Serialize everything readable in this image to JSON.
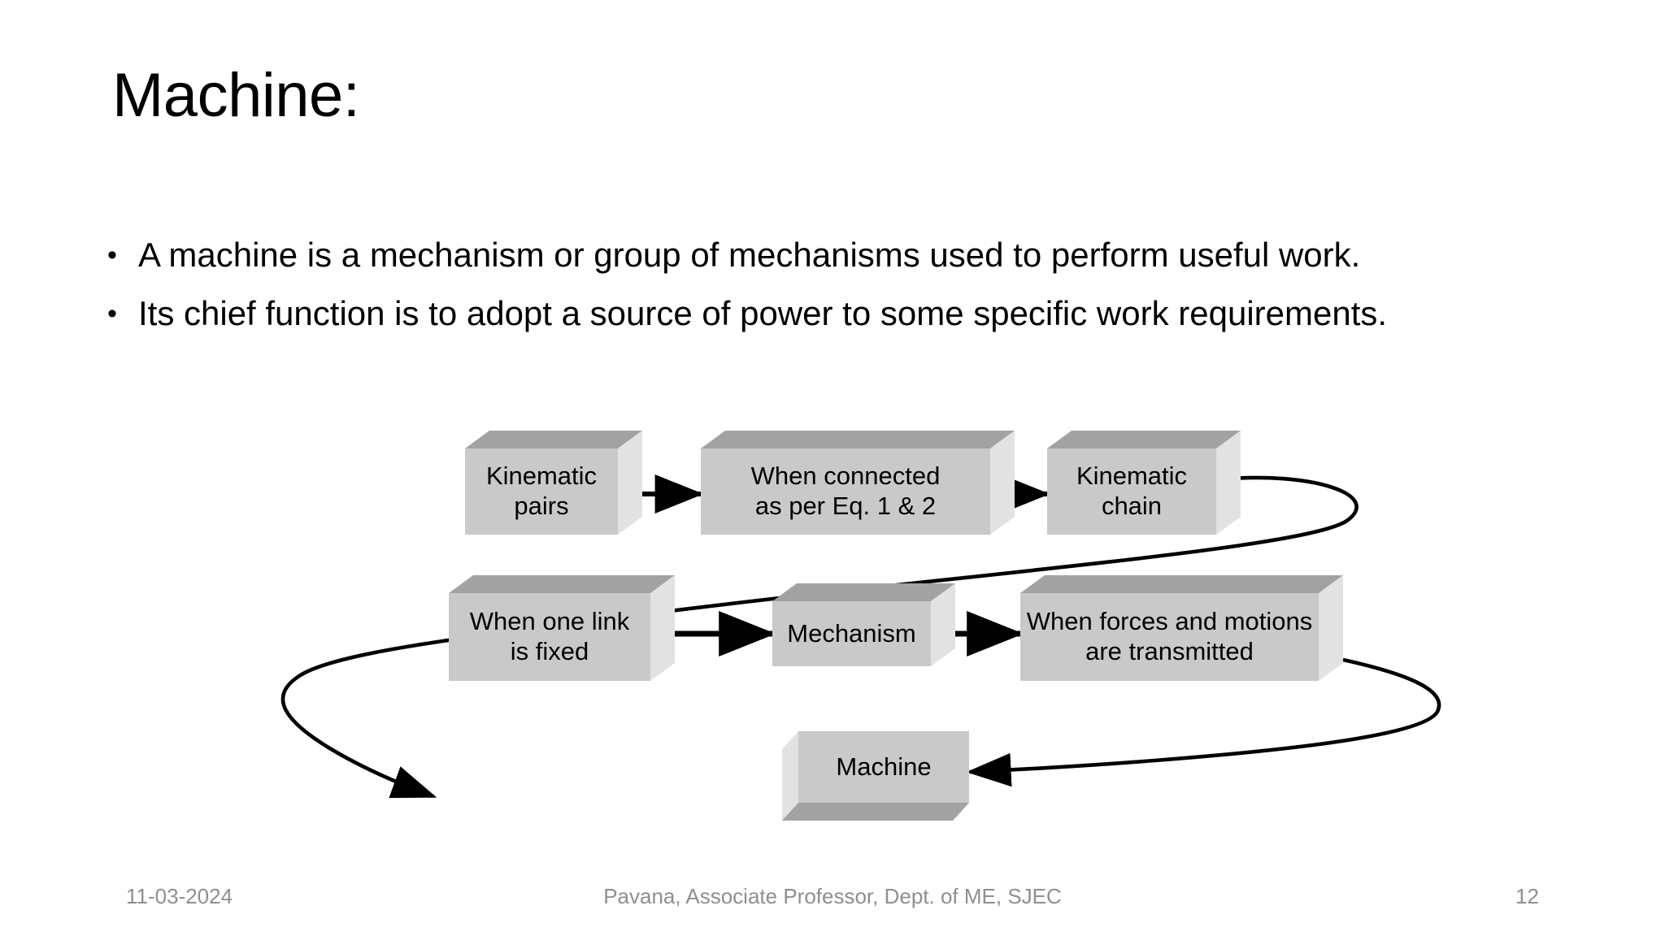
{
  "slide": {
    "title": "Machine:",
    "bullet_marker": "•",
    "bullets": [
      "A machine is a mechanism or group of mechanisms used to perform useful work.",
      "Its chief function is to adopt a source of power to some specific work requirements."
    ]
  },
  "diagram": {
    "nodes": [
      {
        "id": "kinematic-pairs",
        "label": "Kinematic\npairs",
        "line1": "Kinematic",
        "line2": "pairs"
      },
      {
        "id": "when-connected",
        "label": "When connected\nas per Eq. 1 & 2",
        "line1": "When connected",
        "line2": "as per Eq. 1 & 2"
      },
      {
        "id": "kinematic-chain",
        "label": "Kinematic\nchain",
        "line1": "Kinematic",
        "line2": "chain"
      },
      {
        "id": "when-one-link",
        "label": "When one link\nis fixed",
        "line1": "When one link",
        "line2": "is fixed"
      },
      {
        "id": "mechanism",
        "label": "Mechanism",
        "line1": "Mechanism",
        "line2": ""
      },
      {
        "id": "when-forces",
        "label": "When forces and motions\nare transmitted",
        "line1": "When forces and motions",
        "line2": "are transmitted"
      },
      {
        "id": "machine",
        "label": "Machine",
        "line1": "Machine",
        "line2": ""
      }
    ],
    "edges": [
      {
        "from": "kinematic-pairs",
        "to": "when-connected"
      },
      {
        "from": "when-connected",
        "to": "kinematic-chain"
      },
      {
        "from": "kinematic-chain",
        "to": "when-one-link"
      },
      {
        "from": "when-one-link",
        "to": "mechanism"
      },
      {
        "from": "mechanism",
        "to": "when-forces"
      },
      {
        "from": "when-forces",
        "to": "machine"
      }
    ],
    "colors": {
      "box_front": "#c9c9c9",
      "box_top": "#a2a2a2",
      "box_side": "#e2e2e2",
      "edge_stroke": "#000000"
    }
  },
  "footer": {
    "date": "11-03-2024",
    "credit": "Pavana, Associate Professor, Dept. of ME, SJEC",
    "page": "12"
  }
}
